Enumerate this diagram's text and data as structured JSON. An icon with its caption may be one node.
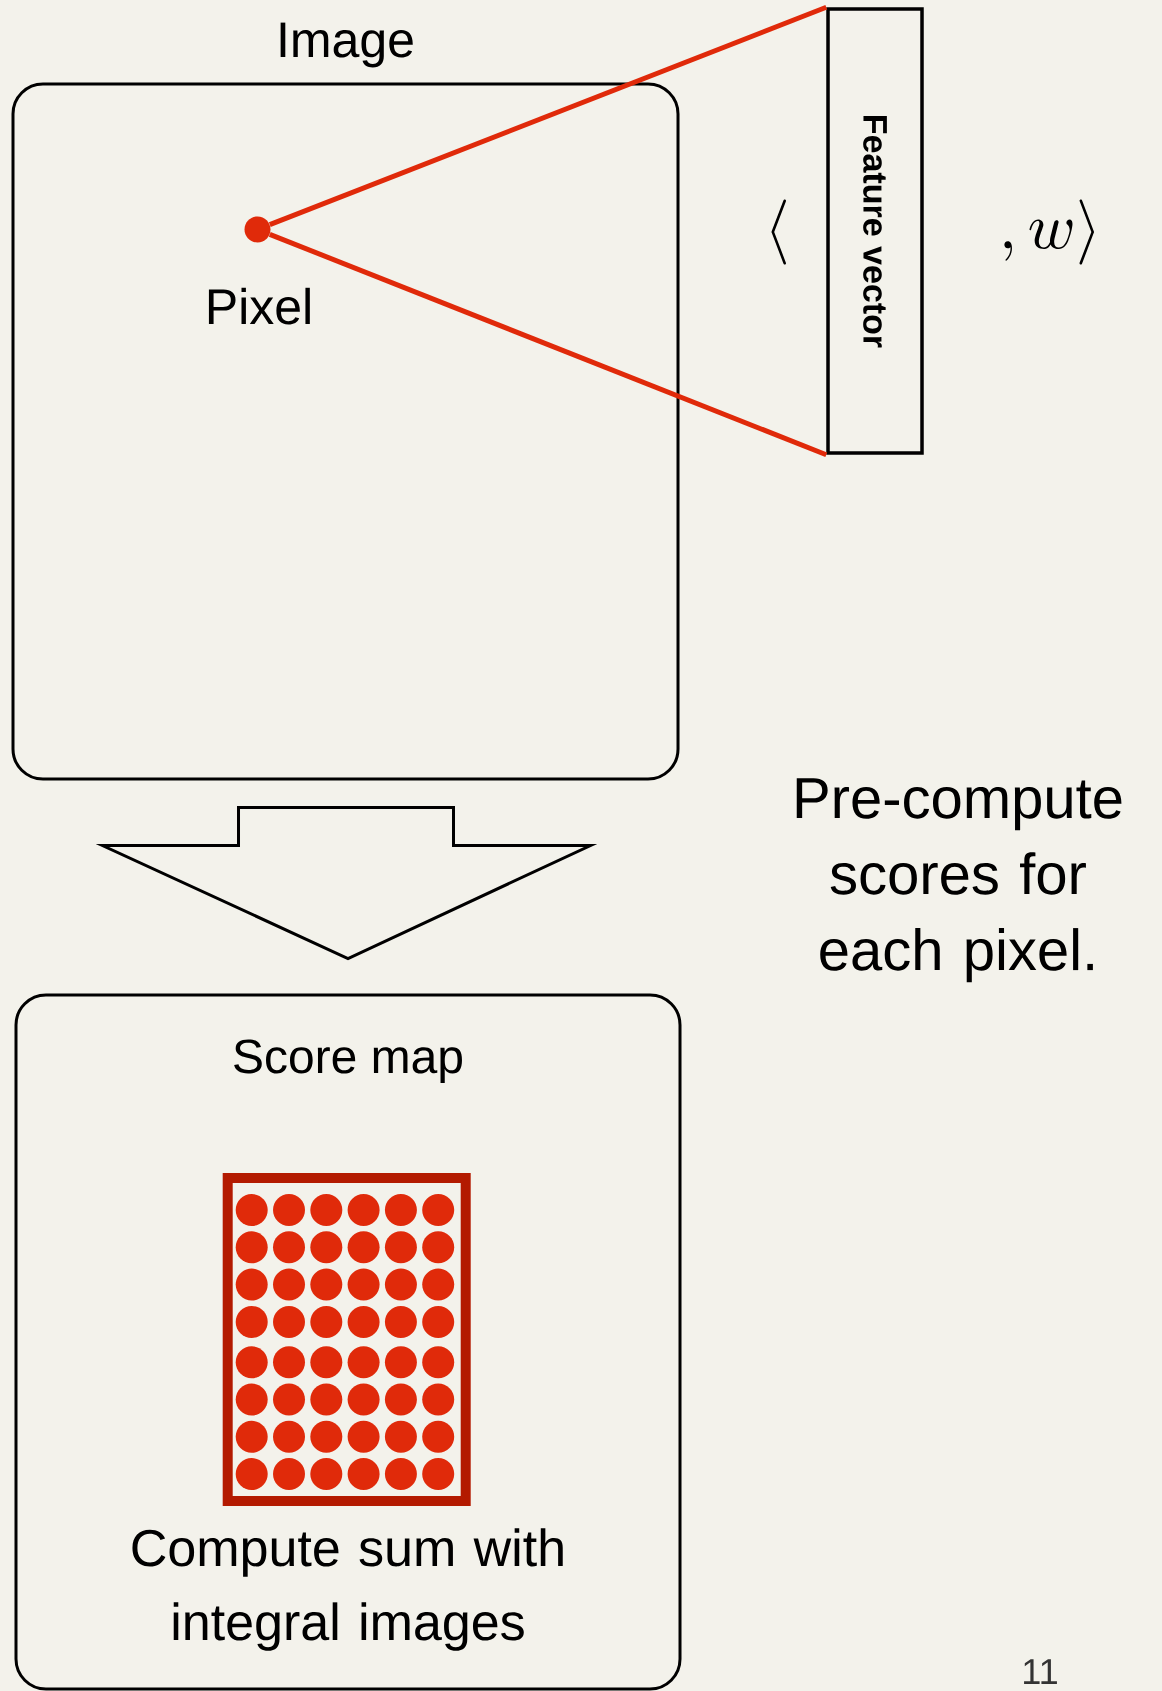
{
  "diagram": {
    "nodes": [
      {
        "text": [
          "Image"
        ]
      },
      {
        "text": [],
        "shape": "circle",
        "in": 0,
        "beside": [
          "Pixel"
        ]
      },
      {
        "text": [
          "Feature vector"
        ]
      },
      {
        "text": [
          "Score map",
          "Compute sum with integral images"
        ]
      }
    ],
    "edges": [
      {
        "from": 1,
        "to": 2,
        "arrow": "none",
        "color": "#e02a0a"
      },
      {
        "from": 1,
        "to": 2,
        "arrow": "none",
        "color": "#e02a0a"
      },
      {
        "from": 0,
        "to": 3,
        "arrow": "to",
        "color": "#000000"
      }
    ],
    "labels": [
      "\\langle",
      ",w\\rangle",
      "Pre-compute scores for each pixel.",
      "11"
    ]
  }
}
